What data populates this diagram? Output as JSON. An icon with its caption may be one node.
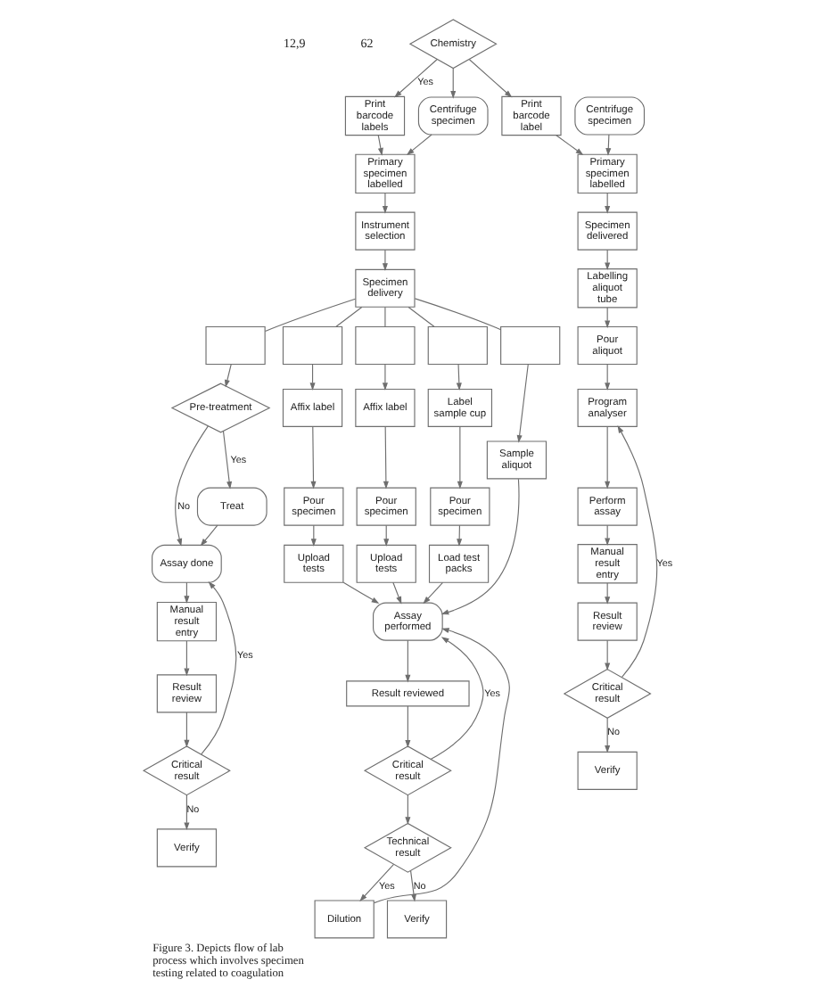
{
  "diagram": {
    "caption": "Figure 3. Depicts flow of lab process which involves specimen testing related to coagulation",
    "nodes": [
      {
        "text": [
          "Chemistry"
        ]
      },
      {
        "text": [
          "Print barcode labels"
        ]
      },
      {
        "text": [
          "Centrifuge specimen"
        ]
      },
      {
        "text": [
          "Primary specimen labelled"
        ]
      },
      {
        "text": [
          "Instrument selection"
        ]
      },
      {
        "text": [
          "Specimen delivery"
        ]
      },
      {
        "text": [],
        "shape": "box"
      },
      {
        "text": [],
        "shape": "box"
      },
      {
        "text": [],
        "shape": "box"
      },
      {
        "text": [],
        "shape": "box"
      },
      {
        "text": [],
        "shape": "box"
      },
      {
        "text": [
          "Pre-treatment"
        ]
      },
      {
        "text": [
          "Affix label"
        ]
      },
      {
        "text": [
          "Affix label"
        ]
      },
      {
        "text": [
          "Label sample cup"
        ]
      },
      {
        "text": [
          "Sample aliquot"
        ]
      },
      {
        "text": [
          "Assay done"
        ]
      },
      {
        "text": [
          "Treat"
        ]
      },
      {
        "text": [
          "Pour specimen"
        ]
      },
      {
        "text": [
          "Pour specimen"
        ]
      },
      {
        "text": [
          "Pour specimen"
        ]
      },
      {
        "text": [
          "Manual result entry"
        ]
      },
      {
        "text": [
          "Upload tests"
        ]
      },
      {
        "text": [
          "Upload tests"
        ]
      },
      {
        "text": [
          "Load test packs"
        ]
      },
      {
        "text": [
          "Result review"
        ]
      },
      {
        "text": [
          "Assay performed"
        ]
      },
      {
        "text": [
          "Critical result"
        ]
      },
      {
        "text": [
          "Verify"
        ]
      },
      {
        "text": [
          "Result reviewed"
        ]
      },
      {
        "text": [
          "Critical result"
        ]
      },
      {
        "text": [
          "Dilution"
        ]
      },
      {
        "text": [
          "Technical result"
        ]
      },
      {
        "text": [
          "Verify"
        ]
      },
      {
        "text": [
          "Centrifuge specimen"
        ]
      },
      {
        "text": [
          "Print barcode label"
        ]
      },
      {
        "text": [
          "Primary specimen labelled"
        ]
      },
      {
        "text": [
          "Specimen delivered"
        ]
      },
      {
        "text": [
          "Labelling aliquot tube"
        ]
      },
      {
        "text": [
          "Pour aliquot"
        ]
      },
      {
        "text": [
          "Program analyser"
        ]
      },
      {
        "text": [
          "Perform assay"
        ]
      },
      {
        "text": [
          "Manual result entry"
        ]
      },
      {
        "text": [
          "Result review"
        ]
      },
      {
        "text": [
          "Critical result"
        ]
      },
      {
        "text": [
          "Verify"
        ]
      }
    ],
    "edges": [
      {
        "from": 0,
        "to": 1,
        "arrow": "to",
        "label": "Yes"
      },
      {
        "from": 0,
        "to": 2,
        "arrow": "to"
      },
      {
        "from": 0,
        "to": 35,
        "arrow": "to"
      },
      {
        "from": 1,
        "to": 3,
        "arrow": "to"
      },
      {
        "from": 2,
        "to": 3,
        "arrow": "to"
      },
      {
        "from": 3,
        "to": 4,
        "arrow": "to"
      },
      {
        "from": 4,
        "to": 5,
        "arrow": "to"
      },
      {
        "from": 5,
        "to": 6,
        "arrow": "none"
      },
      {
        "from": 5,
        "to": 7,
        "arrow": "none"
      },
      {
        "from": 5,
        "to": 8,
        "arrow": "none"
      },
      {
        "from": 5,
        "to": 9,
        "arrow": "none"
      },
      {
        "from": 5,
        "to": 10,
        "arrow": "none"
      },
      {
        "from": 6,
        "to": 11,
        "arrow": "to"
      },
      {
        "from": 11,
        "to": 16,
        "arrow": "to",
        "label": "No"
      },
      {
        "from": 11,
        "to": 17,
        "arrow": "to",
        "label": "Yes"
      },
      {
        "from": 17,
        "to": 16,
        "arrow": "to"
      },
      {
        "from": 16,
        "to": 21,
        "arrow": "to"
      },
      {
        "from": 21,
        "to": 25,
        "arrow": "to"
      },
      {
        "from": 25,
        "to": 27,
        "arrow": "to"
      },
      {
        "from": 27,
        "to": 28,
        "arrow": "to",
        "label": "No"
      },
      {
        "from": 27,
        "to": 16,
        "arrow": "to",
        "label": "Yes"
      },
      {
        "from": 7,
        "to": 12,
        "arrow": "to"
      },
      {
        "from": 12,
        "to": 18,
        "arrow": "to"
      },
      {
        "from": 18,
        "to": 22,
        "arrow": "to"
      },
      {
        "from": 22,
        "to": 26,
        "arrow": "to"
      },
      {
        "from": 8,
        "to": 13,
        "arrow": "to"
      },
      {
        "from": 13,
        "to": 19,
        "arrow": "to"
      },
      {
        "from": 19,
        "to": 23,
        "arrow": "to"
      },
      {
        "from": 23,
        "to": 26,
        "arrow": "to"
      },
      {
        "from": 9,
        "to": 14,
        "arrow": "to"
      },
      {
        "from": 14,
        "to": 20,
        "arrow": "to"
      },
      {
        "from": 20,
        "to": 24,
        "arrow": "to"
      },
      {
        "from": 24,
        "to": 26,
        "arrow": "to"
      },
      {
        "from": 10,
        "to": 15,
        "arrow": "to"
      },
      {
        "from": 15,
        "to": 26,
        "arrow": "to"
      },
      {
        "from": 26,
        "to": 29,
        "arrow": "to"
      },
      {
        "from": 29,
        "to": 30,
        "arrow": "to"
      },
      {
        "from": 30,
        "to": 26,
        "arrow": "to",
        "label": "Yes"
      },
      {
        "from": 30,
        "to": 32,
        "arrow": "to"
      },
      {
        "from": 32,
        "to": 31,
        "arrow": "to",
        "label": "Yes"
      },
      {
        "from": 32,
        "to": 33,
        "arrow": "to",
        "label": "No"
      },
      {
        "from": 31,
        "to": 26,
        "arrow": "to"
      },
      {
        "from": 34,
        "to": 36,
        "arrow": "to"
      },
      {
        "from": 35,
        "to": 36,
        "arrow": "to"
      },
      {
        "from": 36,
        "to": 37,
        "arrow": "to"
      },
      {
        "from": 37,
        "to": 38,
        "arrow": "to"
      },
      {
        "from": 38,
        "to": 39,
        "arrow": "to"
      },
      {
        "from": 39,
        "to": 40,
        "arrow": "to"
      },
      {
        "from": 40,
        "to": 41,
        "arrow": "to"
      },
      {
        "from": 41,
        "to": 42,
        "arrow": "to"
      },
      {
        "from": 42,
        "to": 43,
        "arrow": "to"
      },
      {
        "from": 43,
        "to": 44,
        "arrow": "to"
      },
      {
        "from": 44,
        "to": 45,
        "arrow": "to",
        "label": "No"
      },
      {
        "from": 44,
        "to": 40,
        "arrow": "to",
        "label": "Yes"
      }
    ],
    "labels": [
      "12,9",
      "62"
    ]
  }
}
